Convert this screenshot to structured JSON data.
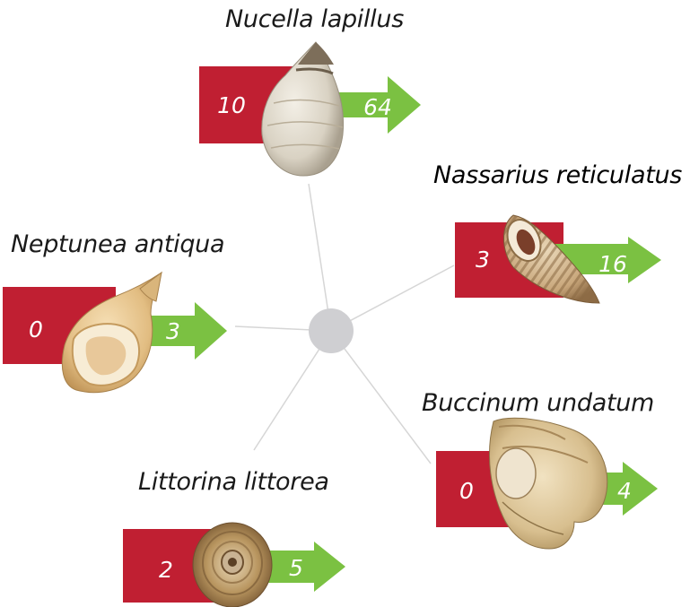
{
  "colors": {
    "red_box": "#c01f32",
    "green_arrow": "#7bc142",
    "hub": "#cfcfd2",
    "spoke": "#d6d6d6"
  },
  "species": [
    {
      "name": "Nucella lapillus",
      "left": "10",
      "right": "64",
      "shell": "nucella-shell"
    },
    {
      "name": "Nassarius reticulatus",
      "left": "3",
      "right": "16",
      "shell": "nassarius-shell"
    },
    {
      "name": "Neptunea antiqua",
      "left": "0",
      "right": "3",
      "shell": "neptunea-shell"
    },
    {
      "name": "Buccinum undatum",
      "left": "0",
      "right": "4",
      "shell": "buccinum-shell"
    },
    {
      "name": "Littorina littorea",
      "left": "2",
      "right": "5",
      "shell": "littorina-shell"
    }
  ]
}
